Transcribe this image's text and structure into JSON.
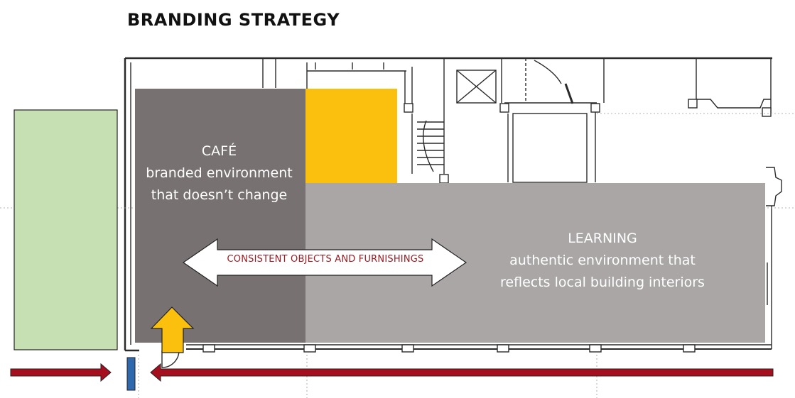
{
  "header": {
    "title": "BRANDING STRATEGY"
  },
  "zones": {
    "cafe": {
      "name": "CAFÉ",
      "line1": "branded environment",
      "line2": "that doesn’t change"
    },
    "learning": {
      "name": "LEARNING",
      "line1": "authentic environment that",
      "line2": "reflects local building interiors"
    }
  },
  "arrow": {
    "label": "CONSISTENT OBJECTS AND FURNISHINGS"
  },
  "colors": {
    "cafe_zone": "#777271",
    "learning_zone": "#aaa6a6",
    "service_zone": "#fbbf0e",
    "exterior_zone": "#c6e0b4",
    "entry_arrow": "#fbbf0e",
    "flow_arrow": "#a50f1e",
    "marker": "#2f68ad",
    "accent_text": "#9b1b22"
  }
}
